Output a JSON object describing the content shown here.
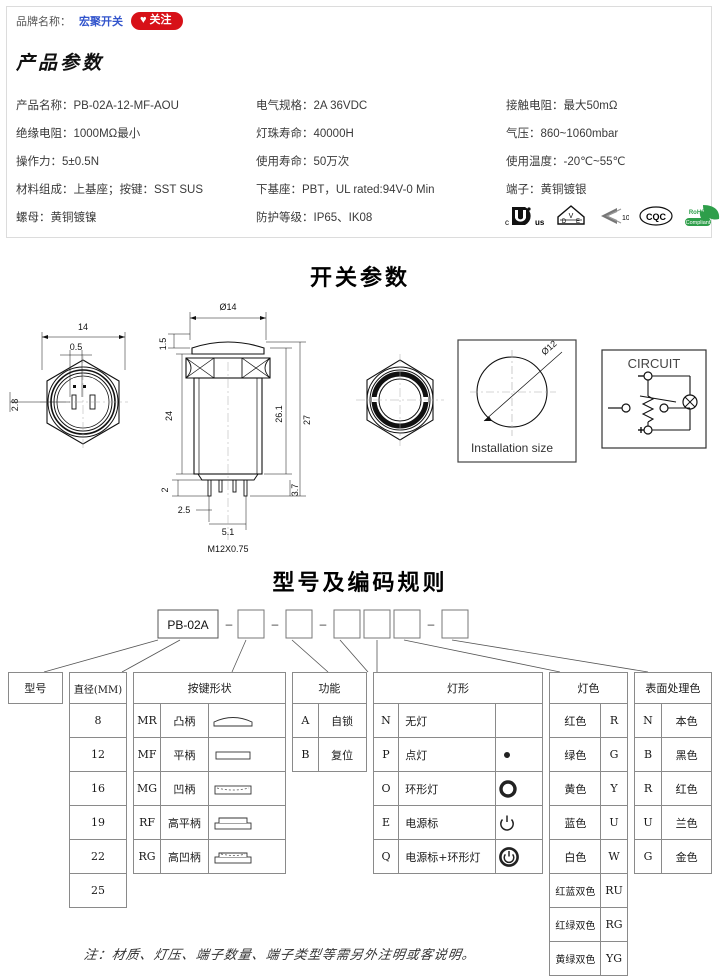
{
  "header": {
    "brand_label": "品牌名称：",
    "brand_name": "宏聚开关",
    "follow_label": "关注",
    "heart_icon": "♥"
  },
  "product_params": {
    "title": "产品参数",
    "rows": [
      [
        "产品名称：PB-02A-12-MF-AOU",
        "电气规格：2A  36VDC",
        "接触电阻：最大50mΩ"
      ],
      [
        "绝缘电阻：1000MΩ最小",
        "灯珠寿命：40000H",
        "气压：860~1060mbar"
      ],
      [
        "操作力：5±0.5N",
        "使用寿命：50万次",
        "使用温度：-20℃~55℃"
      ],
      [
        "材料组成：上基座；按键：SST SUS",
        "下基座：PBT，UL rated:94V-0 Min",
        "端子：黄铜镀银"
      ],
      [
        "螺母：黄铜镀镍",
        "防护等级：IP65、IK08",
        ""
      ]
    ],
    "certifications": [
      "cULus",
      "VDE",
      "KC",
      "CQC",
      "RoHS Compliant"
    ],
    "cert_texts": {
      "ulus_c": "c",
      "ulus_us": "us",
      "vde_v": "V",
      "vde_d": "D",
      "vde_e": "E",
      "kc_num": "10",
      "cqc": "CQC",
      "rohs_top": "RoHS",
      "rohs_bottom": "Compliant"
    }
  },
  "switch_params": {
    "title": "开关参数",
    "bottom_view": {
      "width_dim": "14",
      "slot_dim": "0.5",
      "side_dim": "2.8"
    },
    "section_view": {
      "cap_dia": "Ø14",
      "cap_height": "1.5",
      "body_length": "24",
      "inner_length": "26.1",
      "total_length": "27",
      "pin_gap": "2",
      "pin_bottom": "3.7",
      "pin_offset": "2.5",
      "pin_spacing": "5.1",
      "thread": "M12X0.75"
    },
    "install_box": {
      "label": "Installation size",
      "hole_dia": "Ø12"
    },
    "circuit_box": {
      "label": "CIRCUIT",
      "minus": "−",
      "plus": "+"
    }
  },
  "code_rules": {
    "title": "型号及编码规则",
    "base_code": "PB-02A",
    "dash": "–",
    "empty_boxes": 6,
    "columns": {
      "model": {
        "header": "型号"
      },
      "diameter": {
        "header": "直径(MM)",
        "values": [
          "8",
          "12",
          "16",
          "19",
          "22",
          "25"
        ]
      },
      "button_shape": {
        "header": "按键形状",
        "rows": [
          {
            "code": "MR",
            "name": "凸柄",
            "icon": "domed-button-icon"
          },
          {
            "code": "MF",
            "name": "平柄",
            "icon": "flat-button-icon"
          },
          {
            "code": "MG",
            "name": "凹柄",
            "icon": "concave-button-icon"
          },
          {
            "code": "RF",
            "name": "高平柄",
            "icon": "tall-flat-button-icon"
          },
          {
            "code": "RG",
            "name": "高凹柄",
            "icon": "tall-concave-button-icon"
          }
        ]
      },
      "function": {
        "header": "功能",
        "rows": [
          {
            "code": "A",
            "name": "自锁"
          },
          {
            "code": "B",
            "name": "复位"
          }
        ]
      },
      "lamp_shape": {
        "header": "灯形",
        "rows": [
          {
            "code": "N",
            "name": "无灯",
            "icon": ""
          },
          {
            "code": "P",
            "name": "点灯",
            "icon": "dot-lamp-icon"
          },
          {
            "code": "O",
            "name": "环形灯",
            "icon": "ring-lamp-icon"
          },
          {
            "code": "E",
            "name": "电源标",
            "icon": "power-symbol-icon"
          },
          {
            "code": "Q",
            "name": "电源标+环形灯",
            "icon": "power-ring-icon"
          }
        ]
      },
      "lamp_color": {
        "header": "灯色",
        "rows": [
          {
            "name": "红色",
            "code": "R"
          },
          {
            "name": "绿色",
            "code": "G"
          },
          {
            "name": "黄色",
            "code": "Y"
          },
          {
            "name": "蓝色",
            "code": "U"
          },
          {
            "name": "白色",
            "code": "W"
          },
          {
            "name": "红蓝双色",
            "code": "RU"
          },
          {
            "name": "红绿双色",
            "code": "RG"
          },
          {
            "name": "黄绿双色",
            "code": "YG"
          }
        ]
      },
      "surface_color": {
        "header": "表面处理色",
        "rows": [
          {
            "code": "N",
            "name": "本色"
          },
          {
            "code": "B",
            "name": "黑色"
          },
          {
            "code": "R",
            "name": "红色"
          },
          {
            "code": "U",
            "name": "兰色"
          },
          {
            "code": "G",
            "name": "金色"
          }
        ]
      }
    }
  },
  "footer": {
    "note": "注：材质、灯压、端子数量、端子类型等需另外注明或客说明。"
  },
  "colors": {
    "brand_link": "#3355cc",
    "follow_button": "#d71118",
    "rohs_green": "#2e9e4a",
    "table_border": "#8a8a8a",
    "panel_border": "#dcdcdc"
  }
}
